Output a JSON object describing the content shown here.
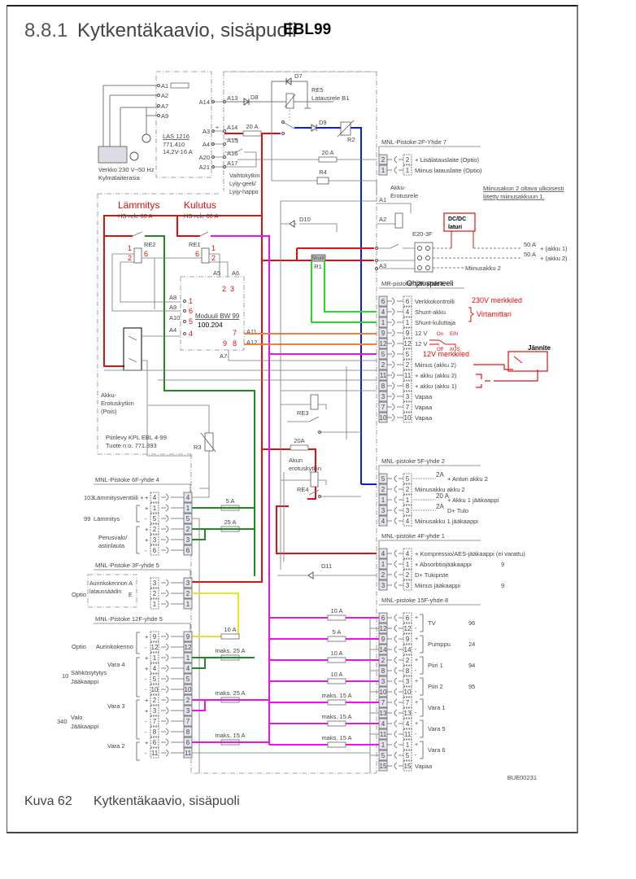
{
  "header": {
    "section_number": "8.8.1",
    "section_title": "Kytkentäkaavio, sisäpuoli",
    "model": "EBL99"
  },
  "caption": {
    "number": "Kuva 62",
    "text": "Kytkentäkaavio, sisäpuoli"
  },
  "drawing_code": "BUE00231",
  "wire_colors": {
    "red": "#e01010",
    "blue": "#0a1ee0",
    "green": "#1f8a1f",
    "lime": "#22dd22",
    "magenta": "#ee10ee",
    "orange": "#f08040",
    "yellow": "#f0e020",
    "grey": "#666666",
    "annotation_red": "#e01010"
  },
  "labels": {
    "mains": [
      "Verkko 230 V~50 Hz",
      "Kylmälaiterasia"
    ],
    "charger": [
      "LAS 1216",
      "771.410",
      "14,2V-16 A"
    ],
    "charger_pins": [
      "A1",
      "A2",
      "A7",
      "A9",
      "A14",
      "A3",
      "A4",
      "A20",
      "A21"
    ],
    "board_pins": [
      "A13",
      "A14",
      "A15",
      "A16",
      "A17"
    ],
    "switch_text": [
      "Vaihtokytkin",
      "Lyijy-geeli/",
      "Lyijy-happo"
    ],
    "d7": "D7",
    "d8": "D8",
    "d9": "D9",
    "d10": "D10",
    "d11": "D11",
    "re5": [
      "RE5",
      "Latausrele B1"
    ],
    "r2": "R2",
    "r4": "R4",
    "r3": "R3",
    "fuse_20a": "20 A",
    "heating": "Lämmitys",
    "consumption": "Kulutus",
    "hs_relay": "HS-rele 60 A",
    "re1": "RE1",
    "re2": "RE2",
    "module": [
      "Moduuli BW 99",
      "100.204"
    ],
    "module_pins": [
      "A5",
      "A6",
      "A8",
      "A9",
      "A10",
      "A4",
      "A11",
      "A12",
      "A7"
    ],
    "red_numbers": [
      "1",
      "2",
      "6",
      "6",
      "1",
      "2",
      "2",
      "3",
      "1",
      "6",
      "5",
      "4",
      "7",
      "8",
      "9"
    ],
    "battery_switch": [
      "Akku-",
      "Erotuskytkin",
      "(Pois)"
    ],
    "pcb": [
      "Piirilevy KPL EBL 4-99",
      "Tuote n:o. 771.393"
    ],
    "shunt": "Shunt",
    "r1": "R1",
    "battery_relay": [
      "Akku-",
      "Erotusrele"
    ],
    "relay_pins": [
      "A1",
      "A2",
      "A3"
    ],
    "e20": "E20-3F",
    "dcdc": [
      "DC/DC",
      "laturi"
    ],
    "note": [
      "Miinusakun 2 oltava ulkoisesti",
      "liitetty miinusakkuun 1."
    ],
    "fuse_50a": "50 A",
    "akku1": "+  (akku 1)",
    "akku2": "+  (akku 2)",
    "minus2": "Miinusakku 2",
    "re3": "RE3",
    "re4": "RE4",
    "fuse_20a_b": "20A",
    "akun_erotus": [
      "Akun",
      "erotuskytkin"
    ],
    "panel_title": "Ohjauspaneeli",
    "led_230": "230V merkkiled",
    "virtamittari": "Virtamittari",
    "on": "On",
    "off": "Off",
    "ein": "EIN",
    "aus": "AUS",
    "led_12": "12V merkkiled",
    "jannite": "Jännite"
  },
  "connectors": {
    "mnl2f": {
      "title": "MNL-Pistoke 2F-Yhde 7",
      "rows": [
        {
          "pin": "2",
          "text": "+  Lisälatauslaite (Optio)"
        },
        {
          "pin": "1",
          "text": "Miinus latauslaite (Optio)"
        }
      ]
    },
    "mr12f": {
      "title": "MR-pistoke 12F-yhde3",
      "rows": [
        {
          "pin": "6",
          "text": "Verkkokontrolli"
        },
        {
          "pin": "4",
          "text": "Shunt-akku"
        },
        {
          "pin": "1",
          "text": "Shunt-kuluttaja"
        },
        {
          "pin": "9",
          "text": "12 V"
        },
        {
          "pin": "12",
          "text": "12 V"
        },
        {
          "pin": "5",
          "text": ""
        },
        {
          "pin": "2",
          "text": "Miinus  (akku 2)"
        },
        {
          "pin": "11",
          "text": "+ akku (akku 2)"
        },
        {
          "pin": "8",
          "text": "+ akku (akku 1)"
        },
        {
          "pin": "3",
          "text": "Vapaa"
        },
        {
          "pin": "7",
          "text": "Vapaa"
        },
        {
          "pin": "10",
          "text": "Vapaa"
        }
      ]
    },
    "mnl5f": {
      "title": "MNL-pistoke 5F-yhde 2",
      "rows": [
        {
          "pin": "5",
          "text": "+  Anturi akku 2",
          "fuse": "2A"
        },
        {
          "pin": "2",
          "text": "Miinusakku  akku 2"
        },
        {
          "pin": "1",
          "text": "+  Akku 1 jääkaappi",
          "fuse": "20 A"
        },
        {
          "pin": "3",
          "text": "D+  Tulo",
          "fuse": "2A"
        },
        {
          "pin": "4",
          "text": "Miinusakku 1 jääkaappi"
        }
      ]
    },
    "mnl4f": {
      "title": "MNL-pistoke 4F-yhde 1",
      "rows": [
        {
          "pin": "4",
          "text": "+  Kompressio/AES-jääkaappi (ei varattu)",
          "num": ""
        },
        {
          "pin": "1",
          "text": "+  Absorbtiojääkaappi",
          "num": "9"
        },
        {
          "pin": "2",
          "text": "D+  Tukipiste",
          "num": ""
        },
        {
          "pin": "3",
          "text": "Miinus jääkaappi",
          "num": "9"
        }
      ]
    },
    "mnl15f": {
      "title": "MNL-pistoke 15F-yhde 8",
      "rows": [
        {
          "pin": "6",
          "sign": "+",
          "fuse": "10 A"
        },
        {
          "pin": "12",
          "sign": "-"
        },
        {
          "pin": "9",
          "sign": "+",
          "fuse": "5 A"
        },
        {
          "pin": "14",
          "sign": "-"
        },
        {
          "pin": "2",
          "sign": "+",
          "fuse": "10 A"
        },
        {
          "pin": "8",
          "sign": "-"
        },
        {
          "pin": "3",
          "sign": "+",
          "fuse": "10 A"
        },
        {
          "pin": "10",
          "sign": "-"
        },
        {
          "pin": "7",
          "sign": "+",
          "fuse": "maks. 15 A"
        },
        {
          "pin": "13",
          "sign": "-"
        },
        {
          "pin": "4",
          "sign": "+",
          "fuse": "maks. 15 A"
        },
        {
          "pin": "11",
          "sign": "-"
        },
        {
          "pin": "1",
          "sign": "+",
          "fuse": "maks. 15 A"
        },
        {
          "pin": "5",
          "sign": "-"
        },
        {
          "pin": "15",
          "sign": "",
          "text": "Vapaa"
        }
      ],
      "groups": [
        {
          "name": "TV",
          "num": "96"
        },
        {
          "name": "Pumppu",
          "num": "24"
        },
        {
          "name": "Piiri 1",
          "num": "94"
        },
        {
          "name": "Piiri 2",
          "num": "95"
        },
        {
          "name": "Vara 1",
          "num": ""
        },
        {
          "name": "Vara 5",
          "num": ""
        },
        {
          "name": "Vara 6",
          "num": ""
        }
      ]
    },
    "mnl6f": {
      "title": "MNL-Pistoke 6F-yhde 4",
      "rows": [
        {
          "pin": "4",
          "sign": "+",
          "fuse": ""
        },
        {
          "pin": "1",
          "sign": "+",
          "fuse": "5 A"
        },
        {
          "pin": "5",
          "sign": "-"
        },
        {
          "pin": "2",
          "sign": "+",
          "fuse": "25 A"
        },
        {
          "pin": "3",
          "sign": "+"
        },
        {
          "pin": "6",
          "sign": "-"
        }
      ],
      "groups": [
        {
          "name": "Lämmitysventtiili",
          "num": "103"
        },
        {
          "name": "Lämmitys",
          "num": "99"
        },
        {
          "name": "Perusvalo/ astinlauta",
          "num": ""
        }
      ]
    },
    "mnl3f": {
      "title": "MNL-Pistoke 3F-yhde 5",
      "rows": [
        {
          "pin": "3",
          "tag": "A"
        },
        {
          "pin": "2",
          "tag": "E"
        },
        {
          "pin": "1",
          "tag": ""
        }
      ],
      "device": [
        "Aurinkokennon",
        "lataussäädin"
      ],
      "option": "Optio"
    },
    "mnl12f": {
      "title": "MNL-Pistoke 12F-yhde 5",
      "rows": [
        {
          "pin": "9",
          "sign": "+",
          "fuse": "10 A"
        },
        {
          "pin": "12",
          "sign": "-"
        },
        {
          "pin": "1",
          "sign": "+",
          "fuse": "maks. 25 A"
        },
        {
          "pin": "4",
          "sign": "+"
        },
        {
          "pin": "5",
          "sign": "-"
        },
        {
          "pin": "10",
          "sign": "-"
        },
        {
          "pin": "2",
          "sign": "+",
          "fuse": "maks. 25 A"
        },
        {
          "pin": "3",
          "sign": "+"
        },
        {
          "pin": "7",
          "sign": "-"
        },
        {
          "pin": "8",
          "sign": "-"
        },
        {
          "pin": "6",
          "sign": "+",
          "fuse": "maks. 15 A"
        },
        {
          "pin": "11",
          "sign": "-"
        }
      ],
      "groups": [
        {
          "name": "Aurinkokenno",
          "prefix": "Optio",
          "num": ""
        },
        {
          "name": "Vara 4",
          "sub": [
            "Sähkösytytys",
            "Jääkaappi"
          ],
          "num": "10"
        },
        {
          "name": "Vara 3",
          "sub": [
            "Valo",
            "Jääkaappi"
          ],
          "num": "340"
        },
        {
          "name": "Vara 2",
          "num": ""
        }
      ]
    }
  }
}
